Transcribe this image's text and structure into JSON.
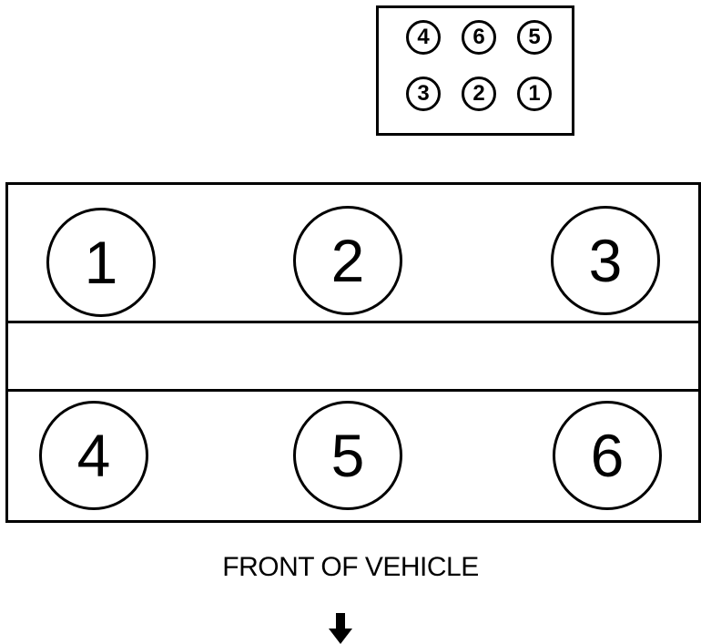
{
  "coil_pack": {
    "top_row": [
      "4",
      "6",
      "5"
    ],
    "bottom_row": [
      "3",
      "2",
      "1"
    ]
  },
  "engine": {
    "top_row": [
      "1",
      "2",
      "3"
    ],
    "bottom_row": [
      "4",
      "5",
      "6"
    ]
  },
  "front_label": "FRONT OF VEHICLE",
  "icons": {
    "direction": "arrow-down-icon"
  }
}
